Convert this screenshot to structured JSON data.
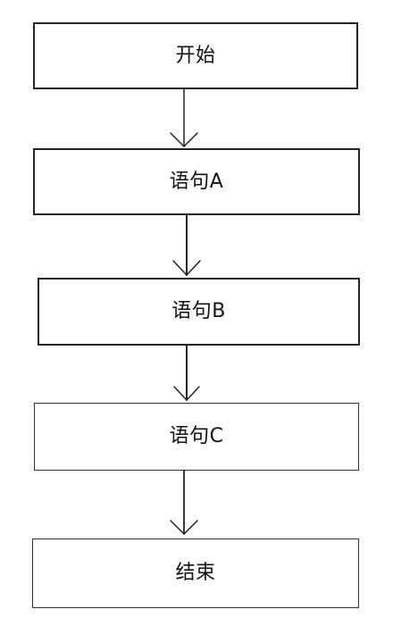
{
  "flowchart": {
    "nodes": [
      {
        "id": "start",
        "label": "开始"
      },
      {
        "id": "stmt-a",
        "label": "语句A"
      },
      {
        "id": "stmt-b",
        "label": "语句B"
      },
      {
        "id": "stmt-c",
        "label": "语句C"
      },
      {
        "id": "end",
        "label": "结束"
      }
    ],
    "edges": [
      {
        "from": "start",
        "to": "stmt-a"
      },
      {
        "from": "stmt-a",
        "to": "stmt-b"
      },
      {
        "from": "stmt-b",
        "to": "stmt-c"
      },
      {
        "from": "stmt-c",
        "to": "end"
      }
    ]
  }
}
